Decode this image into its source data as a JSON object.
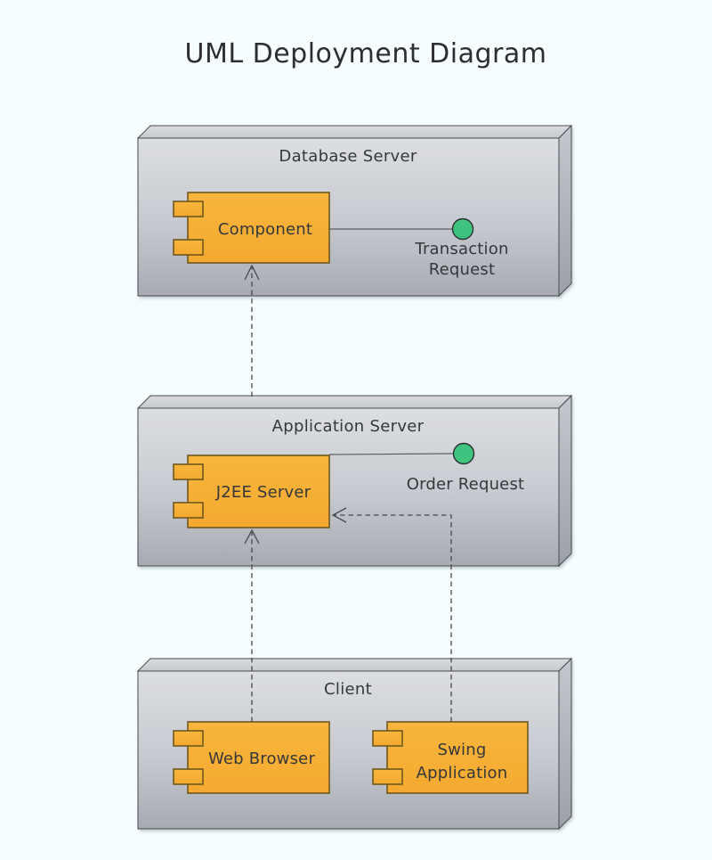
{
  "page": {
    "title": "UML Deployment Diagram",
    "background": "#f5fdfe"
  },
  "diagram": {
    "type": "uml-deployment-diagram",
    "nodes": [
      {
        "name": "Database Server"
      },
      {
        "name": "Application Server"
      },
      {
        "name": "Client"
      }
    ],
    "components": [
      {
        "label": "Component",
        "node": "Database Server"
      },
      {
        "label": "J2EE Server",
        "node": "Application Server"
      },
      {
        "label": "Web Browser",
        "node": "Client"
      },
      {
        "label_line1": "Swing",
        "label_line2": "Application",
        "node": "Client"
      }
    ],
    "interfaces": [
      {
        "label_line1": "Transaction",
        "label_line2": "Request",
        "connected_to": "Component"
      },
      {
        "label": "Order Request",
        "connected_to": "J2EE Server"
      }
    ],
    "dependencies": [
      {
        "from": "Application Server / J2EE Server",
        "to": "Component",
        "style": "dashed-open-arrow"
      },
      {
        "from": "Web Browser",
        "to": "J2EE Server",
        "style": "dashed-open-arrow"
      },
      {
        "from": "Swing Application",
        "to": "J2EE Server",
        "style": "dashed-open-arrow"
      }
    ],
    "colors": {
      "background": "#f5fdfe",
      "node_face_top": "#dcdee3",
      "node_face_bottom": "#a7aab2",
      "node_border": "#494b50",
      "component_fill": "#f7b137",
      "component_border": "#6d5820",
      "interface_fill": "#3ec47e",
      "line": "#46484c",
      "text": "#35373b"
    }
  }
}
